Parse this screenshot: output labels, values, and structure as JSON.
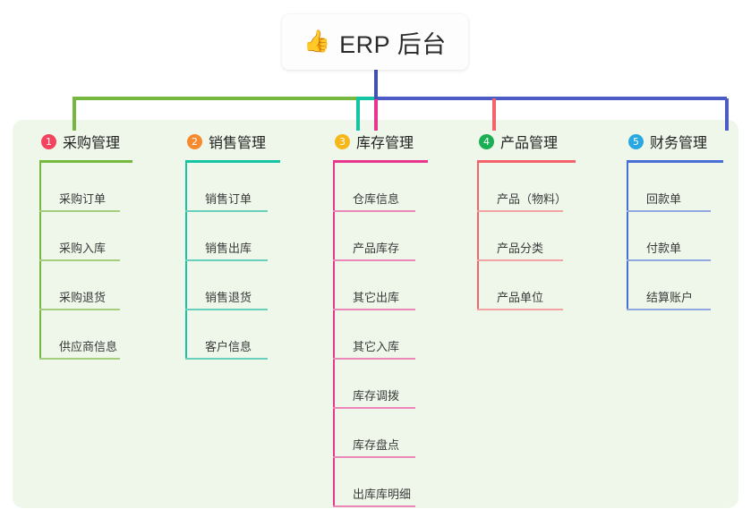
{
  "title": {
    "emoji": "👍",
    "emoji_name": "thumbs-up-icon",
    "text": "ERP 后台"
  },
  "theme": {
    "page_background": "#ffffff",
    "panel_background": "#eef7e9",
    "trunk_color": "#3f51b5",
    "connector_green": "#76b83f",
    "connector_teal": "#14c4a2",
    "connector_blue": "#4d5bc4"
  },
  "columns": [
    {
      "index": "1",
      "title": "采购管理",
      "badge_color": "#f4435e",
      "line_color": "#76b83f",
      "leaf_color": "#a5cd7e",
      "stub_color": "#76b83f",
      "items": [
        "采购订单",
        "采购入库",
        "采购退货",
        "供应商信息"
      ]
    },
    {
      "index": "2",
      "title": "销售管理",
      "badge_color": "#f68a2e",
      "line_color": "#14c4a2",
      "leaf_color": "#67cfbc",
      "stub_color": "#14c4a2",
      "items": [
        "销售订单",
        "销售出库",
        "销售退货",
        "客户信息"
      ]
    },
    {
      "index": "3",
      "title": "库存管理",
      "badge_color": "#f6b719",
      "line_color": "#e8368f",
      "leaf_color": "#ea86b8",
      "stub_color": "#e8368f",
      "items": [
        "仓库信息",
        "产品库存",
        "其它出库",
        "其它入库",
        "库存调拨",
        "库存盘点",
        "出库库明细"
      ]
    },
    {
      "index": "4",
      "title": "产品管理",
      "badge_color": "#1aaf54",
      "line_color": "#f4636b",
      "leaf_color": "#f4a3a4",
      "stub_color": "#f4636b",
      "items": [
        "产品（物料）",
        "产品分类",
        "产品单位"
      ]
    },
    {
      "index": "5",
      "title": "财务管理",
      "badge_color": "#29a7e1",
      "line_color": "#4a6fd4",
      "leaf_color": "#8fa8e0",
      "stub_color": "#4d5bc4",
      "items": [
        "回款单",
        "付款单",
        "结算账户"
      ]
    }
  ]
}
